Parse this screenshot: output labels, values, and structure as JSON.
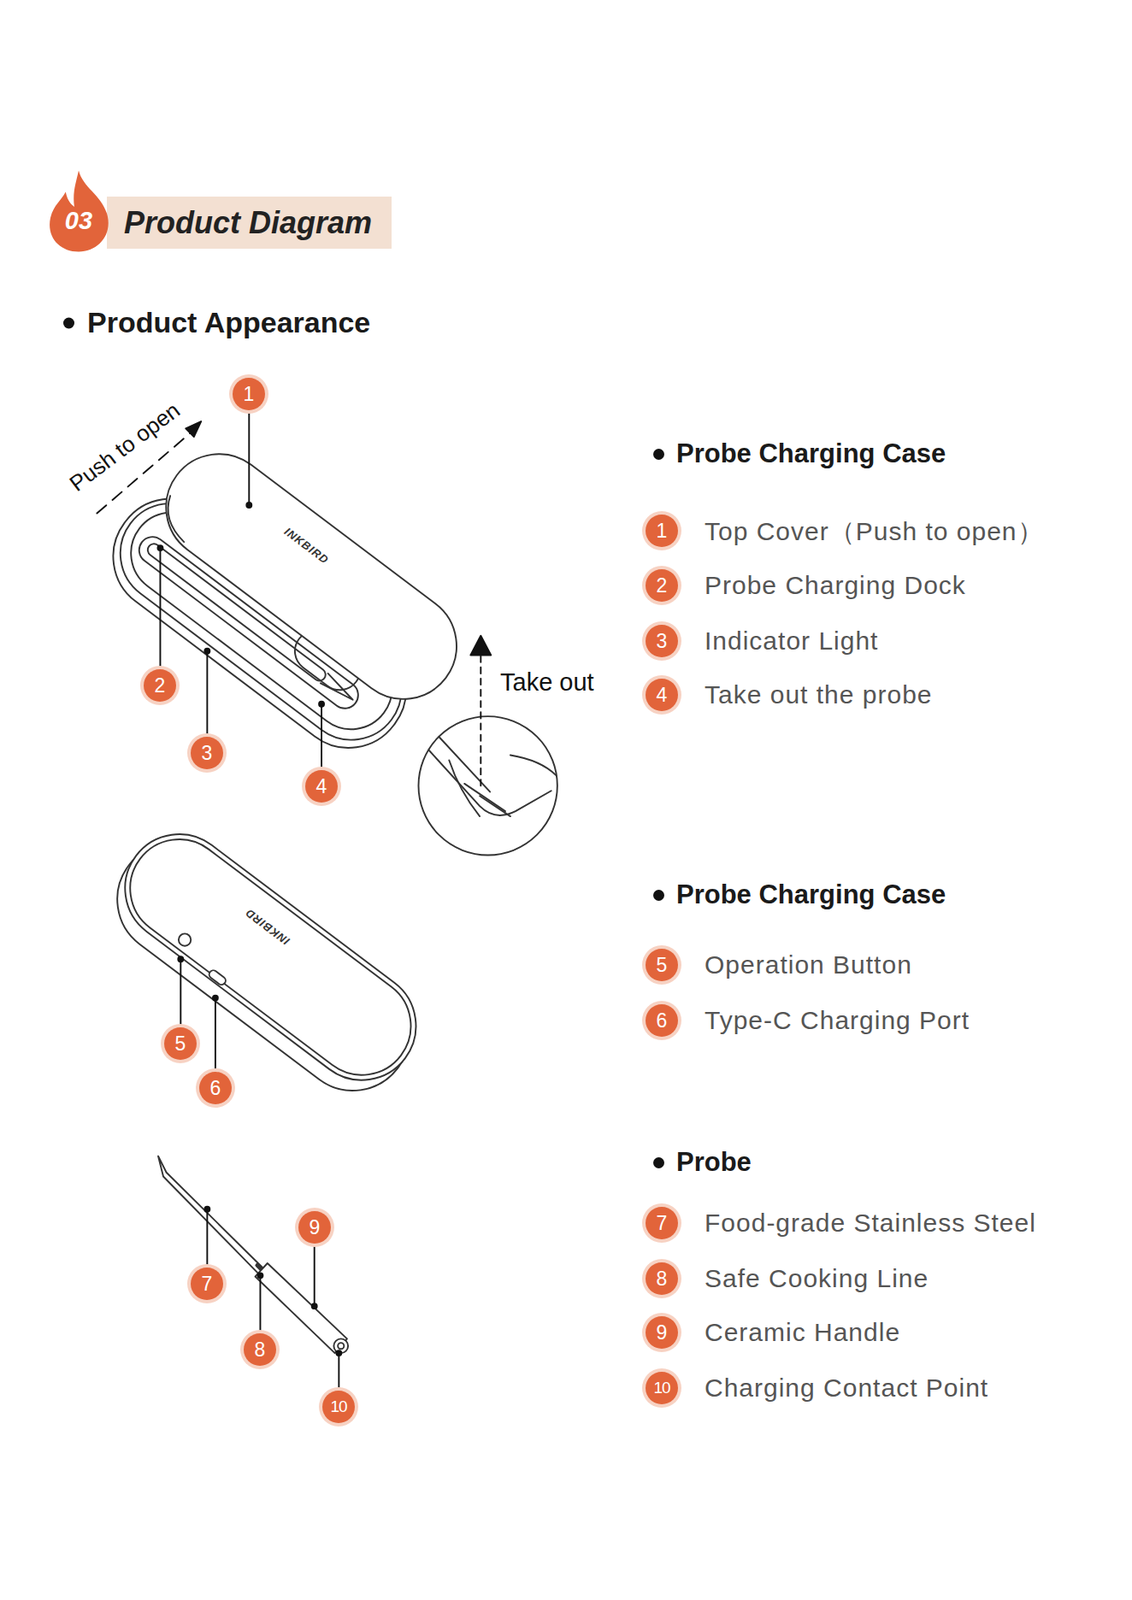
{
  "diagram": {
    "nodes": [
      {
        "text": [
          "03"
        ]
      },
      {
        "text": [
          "Product Diagram"
        ]
      }
    ],
    "labels": [
      "Product Appearance",
      "Push to open",
      "1",
      "Probe Charging Case",
      "1",
      "Top Cover（Push to open）",
      "2",
      "Probe Charging Dock",
      "3",
      "Indicator Light",
      "4",
      "Take out the probe",
      "Take out",
      "2",
      "3",
      "4",
      "INKBIRD",
      "Probe Charging Case",
      "5",
      "Operation Button",
      "6",
      "Type-C Charging Port",
      "INKBIRD",
      "5",
      "6",
      "Probe",
      "9",
      "7",
      "8",
      "10",
      "7",
      "Food-grade Stainless Steel",
      "8",
      "Safe Cooking Line",
      "9",
      "Ceramic Handle",
      "10",
      "Charging Contact Point"
    ]
  }
}
